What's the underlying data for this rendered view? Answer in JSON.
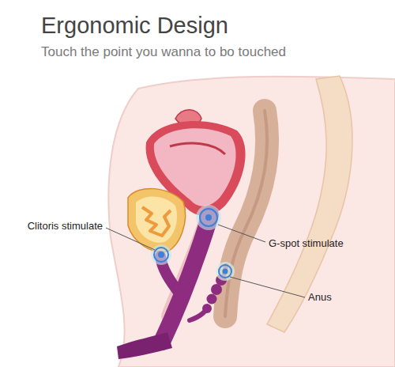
{
  "diagram": {
    "title": "Ergonomic Design",
    "labels": [
      "Touch the point you wanna to bo touched",
      "Clitoris stimulate",
      "G-spot stimulate",
      "Anus"
    ]
  }
}
